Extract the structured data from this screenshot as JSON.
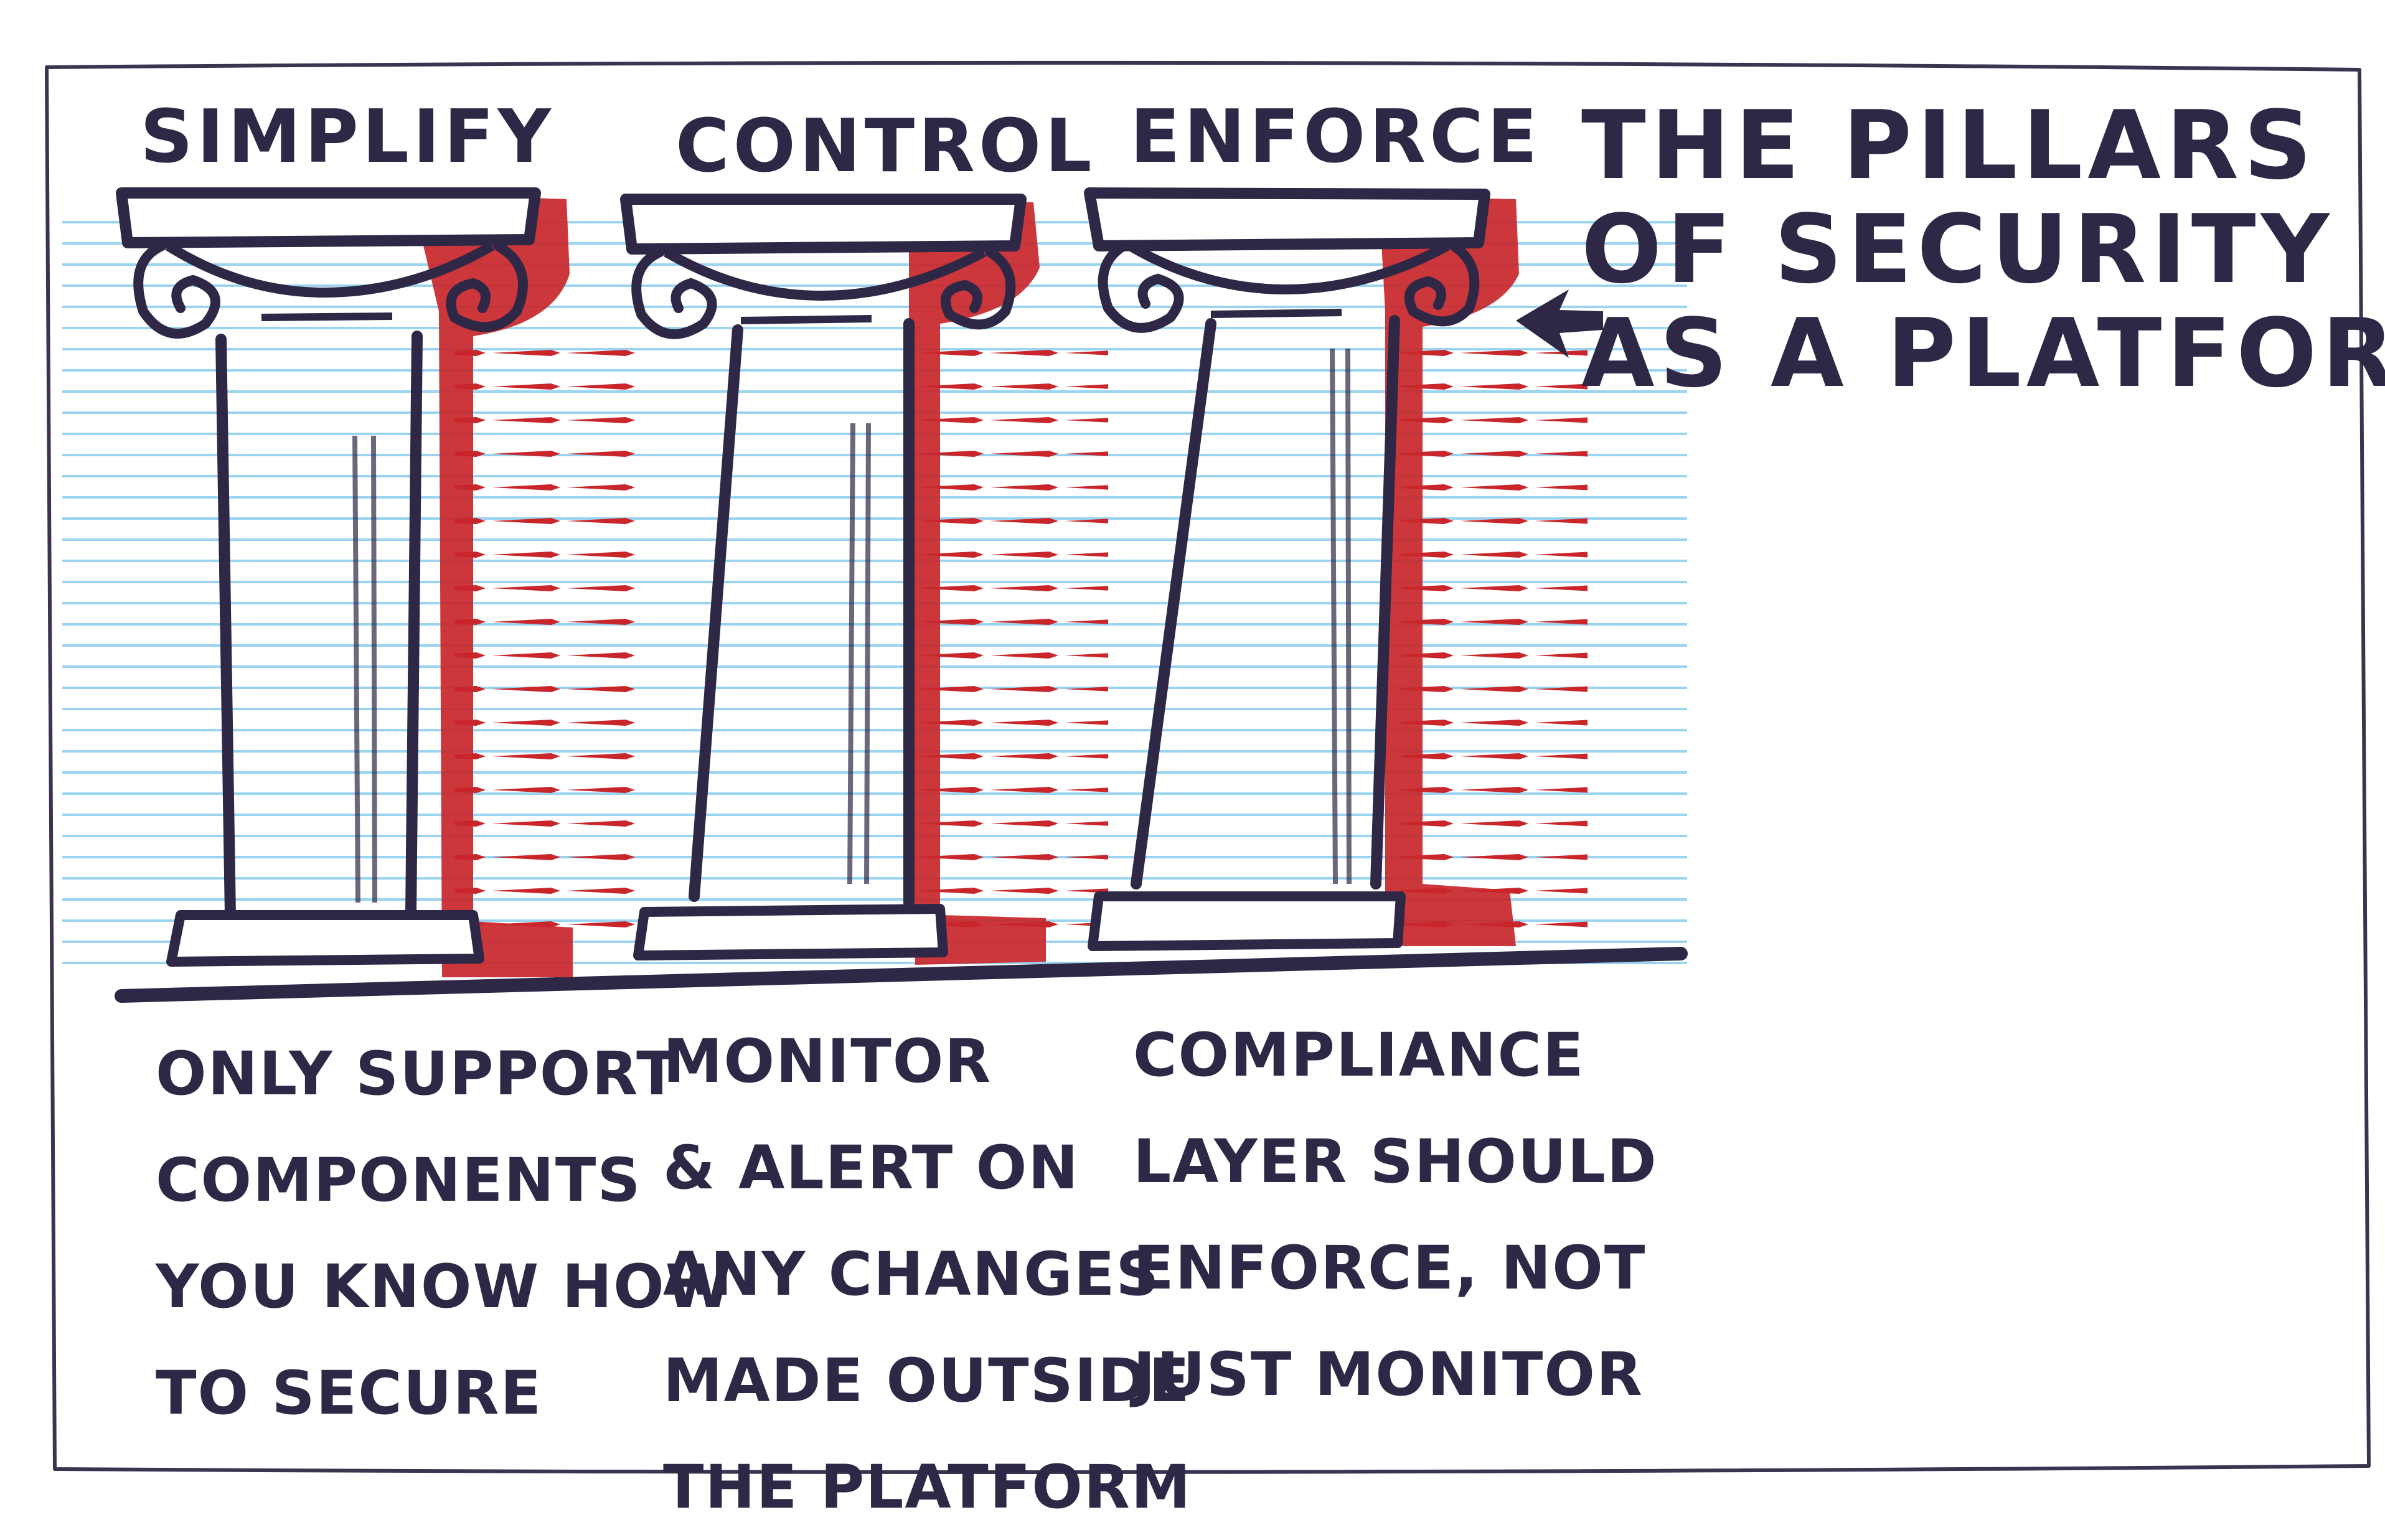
{
  "title": {
    "lines": [
      "THE PILLARS",
      "OF SECURITY",
      "AS A PLATFORM"
    ]
  },
  "pillars": [
    {
      "heading": "SIMPLIFY",
      "caption": [
        "ONLY SUPPORT",
        "COMPONENTS",
        "YOU KNOW HOW",
        "TO SECURE"
      ]
    },
    {
      "heading": "CONTROL",
      "caption": [
        "MONITOR",
        "& ALERT ON",
        "ANY CHANGES",
        "MADE OUTSIDE",
        "THE PLATFORM"
      ]
    },
    {
      "heading": "ENFORCE",
      "caption": [
        "COMPLIANCE",
        "LAYER SHOULD",
        "ENFORCE, NOT",
        "JUST MONITOR"
      ]
    }
  ],
  "colors": {
    "ink": "#2e2745",
    "shadow_red": "#c8262b",
    "hatch_blue": "#8fd0ef",
    "paper": "#ffffff"
  },
  "icons": [
    "pillar-icon",
    "arrow-icon"
  ]
}
